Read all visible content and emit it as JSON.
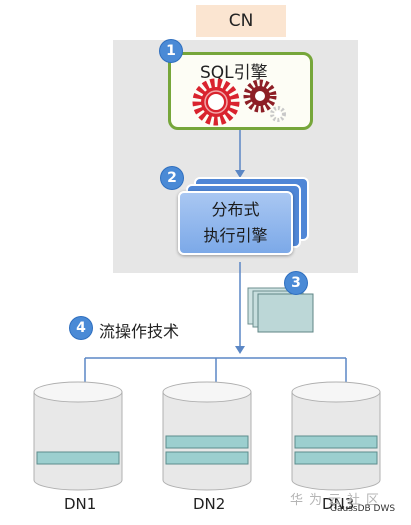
{
  "cn": {
    "label": "CN"
  },
  "steps": [
    {
      "number": "1",
      "label": "SQL引擎"
    },
    {
      "number": "2",
      "label_line1": "分布式",
      "label_line2": "执行引擎"
    },
    {
      "number": "3"
    },
    {
      "number": "4",
      "label": "流操作技术"
    }
  ],
  "data_nodes": [
    {
      "label": "DN1",
      "bands": 1
    },
    {
      "label": "DN2",
      "bands": 2
    },
    {
      "label": "DN3",
      "bands": 2
    }
  ],
  "watermark": {
    "text": "华为云社区",
    "sub": "GaussDB DWS"
  },
  "colors": {
    "cn_label_bg": "#fbe5d1",
    "panel_bg": "#e6e6e6",
    "sql_border": "#76a63a",
    "badge_blue": "#4a8ad6",
    "engine_blue": "#7ca9e8",
    "arrow_blue": "#5b87c5",
    "gear_red": "#d9232e",
    "cylinder_band": "#9ccfcf"
  }
}
